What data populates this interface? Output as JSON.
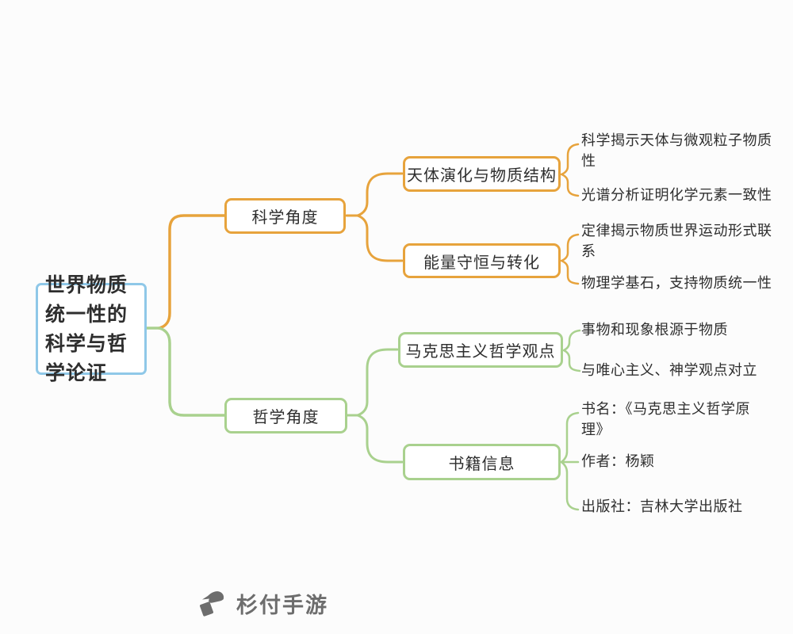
{
  "colors": {
    "background": "#FCFCFC",
    "root_border": "#8FC8E8",
    "science_branch": "#E7A33C",
    "philosophy_branch": "#A9D18E",
    "node_text": "#2E2E2E",
    "watermark_gray": "#6D6D6D"
  },
  "root": {
    "label": "世界物质统一性的科学与哲学论证"
  },
  "branches": [
    {
      "label": "科学角度",
      "children": [
        {
          "label": "天体演化与物质结构",
          "leaves": [
            "科学揭示天体与微观粒子物质性",
            "光谱分析证明化学元素一致性"
          ]
        },
        {
          "label": "能量守恒与转化",
          "leaves": [
            "定律揭示物质世界运动形式联系",
            "物理学基石，支持物质统一性"
          ]
        }
      ]
    },
    {
      "label": "哲学角度",
      "children": [
        {
          "label": "马克思主义哲学观点",
          "leaves": [
            "事物和现象根源于物质",
            "与唯心主义、神学观点对立"
          ]
        },
        {
          "label": "书籍信息",
          "leaves": [
            "书名：《马克思主义哲学原理》",
            "作者：杨颖",
            "出版社：吉林大学出版社"
          ]
        }
      ]
    }
  ],
  "watermark": {
    "label": "杉付手游",
    "icon": "hand-card-icon"
  }
}
